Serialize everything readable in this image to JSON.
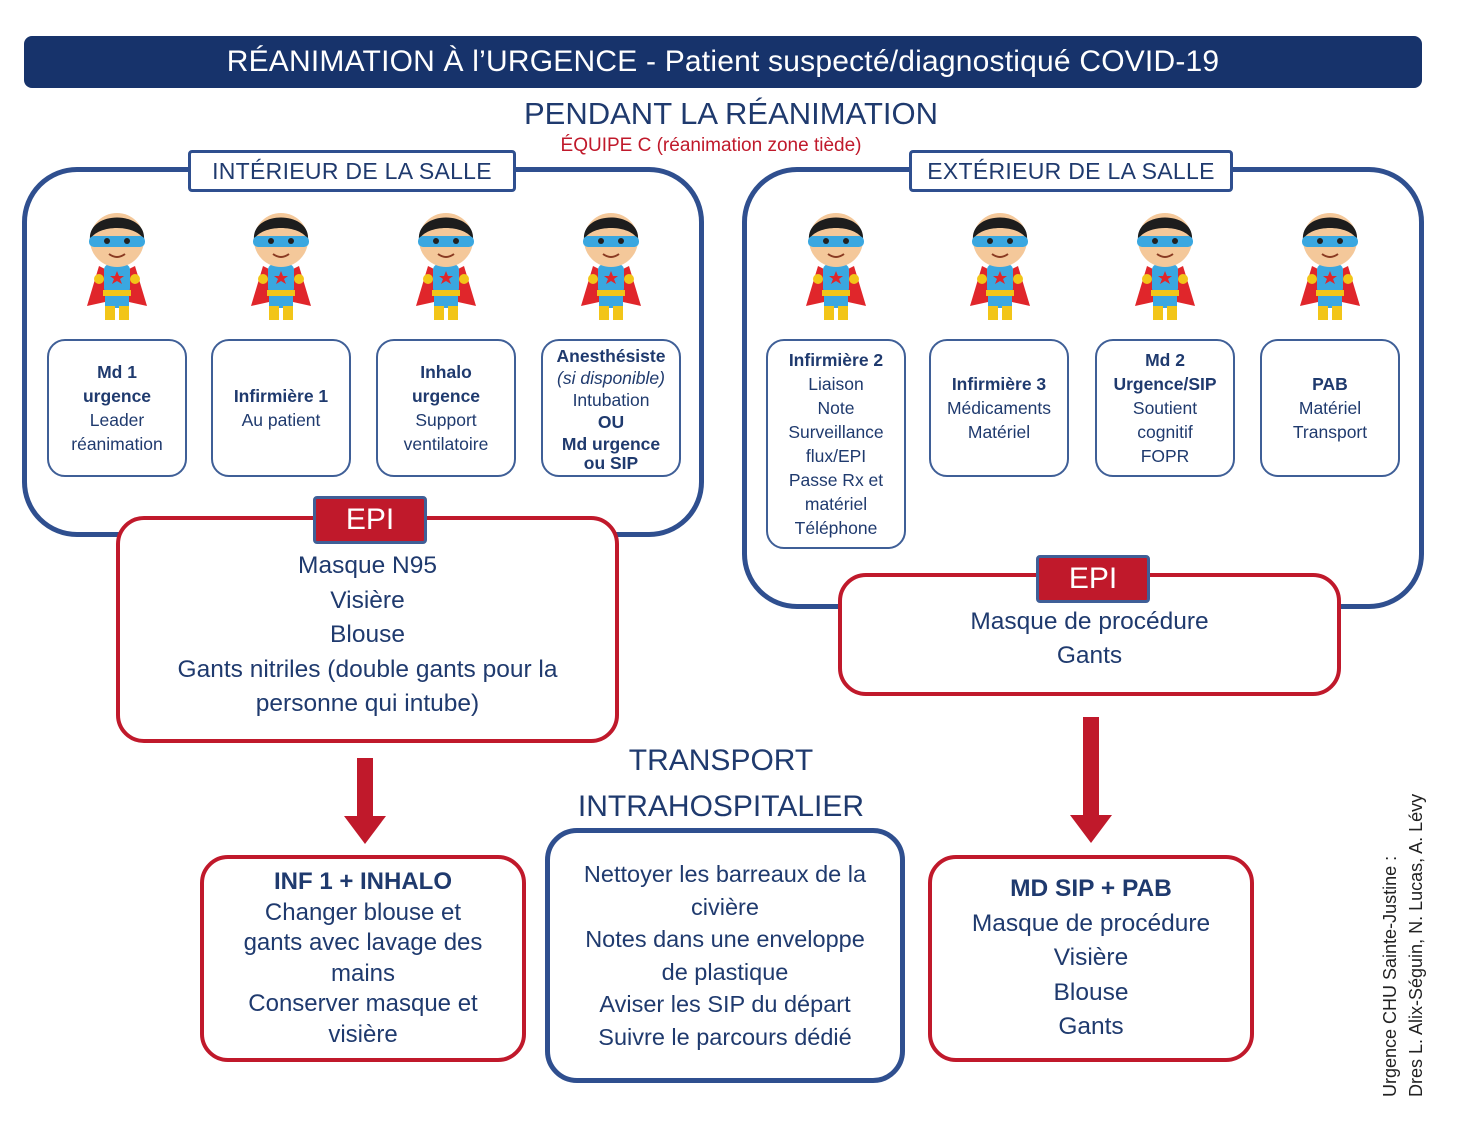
{
  "header": {
    "title": "RÉANIMATION À l’URGENCE - Patient suspecté/diagnostiqué COVID-19"
  },
  "main": {
    "section_title": "PENDANT LA RÉANIMATION",
    "team_subtitle": "ÉQUIPE C (réanimation zone tiède)"
  },
  "interior": {
    "label": "INTÉRIEUR DE LA SALLE",
    "roles": [
      {
        "lines": [
          "Md 1",
          "urgence"
        ],
        "detail": [
          "Leader",
          "réanimation"
        ]
      },
      {
        "lines": [
          "Infirmière 1"
        ],
        "detail": [
          "Au patient"
        ]
      },
      {
        "lines": [
          "Inhalo",
          "urgence"
        ],
        "detail": [
          "Support",
          "ventilatoire"
        ]
      },
      {
        "title": "Anesthésiste",
        "note": "(si disponible)",
        "detail": "Intubation",
        "or": "OU",
        "alt1": "Md urgence",
        "alt2": "ou SIP"
      }
    ],
    "epi": {
      "tag": "EPI",
      "items": [
        "Masque N95",
        "Visière",
        "Blouse",
        "Gants nitriles (double gants pour la",
        "personne qui intube)"
      ]
    }
  },
  "exterior": {
    "label": "EXTÉRIEUR DE LA SALLE",
    "roles": [
      {
        "lines": [
          "Infirmière 2"
        ],
        "detail": [
          "Liaison",
          "Note",
          "Surveillance",
          "flux/EPI",
          "Passe Rx et",
          "matériel",
          "Téléphone"
        ]
      },
      {
        "lines": [
          "Infirmière 3"
        ],
        "detail": [
          "Médicaments",
          "Matériel"
        ]
      },
      {
        "lines": [
          "Md 2",
          "Urgence/SIP"
        ],
        "detail": [
          "Soutient",
          "cognitif",
          "FOPR"
        ]
      },
      {
        "lines": [
          "PAB"
        ],
        "detail": [
          "Matériel",
          "Transport"
        ]
      }
    ],
    "epi": {
      "tag": "EPI",
      "items": [
        "Masque de procédure",
        "Gants"
      ]
    }
  },
  "transport": {
    "title_line1": "TRANSPORT",
    "title_line2": "INTRAHOSPITALIER",
    "left": {
      "title": "INF 1 + INHALO",
      "items": [
        "Changer blouse et",
        "gants avec lavage des",
        "mains",
        "Conserver masque et",
        "visière"
      ]
    },
    "center": {
      "items": [
        "Nettoyer les barreaux de la",
        "civière",
        "Notes dans une enveloppe",
        "de plastique",
        "Aviser les SIP du départ",
        "Suivre le parcours dédié"
      ]
    },
    "right": {
      "title": "MD SIP + PAB",
      "items": [
        "Masque de procédure",
        "Visière",
        "Blouse",
        "Gants"
      ]
    }
  },
  "credits": {
    "line1": "Urgence CHU Sainte-Justine :",
    "line2": "Dres L. Alix-Séguin, N. Lucas, A. Lévy"
  },
  "colors": {
    "navy": "#17336b",
    "frame_blue": "#2f4f8f",
    "red": "#c0192b",
    "text": "#1f3a6e"
  },
  "icons": [
    "superhero-icon"
  ]
}
